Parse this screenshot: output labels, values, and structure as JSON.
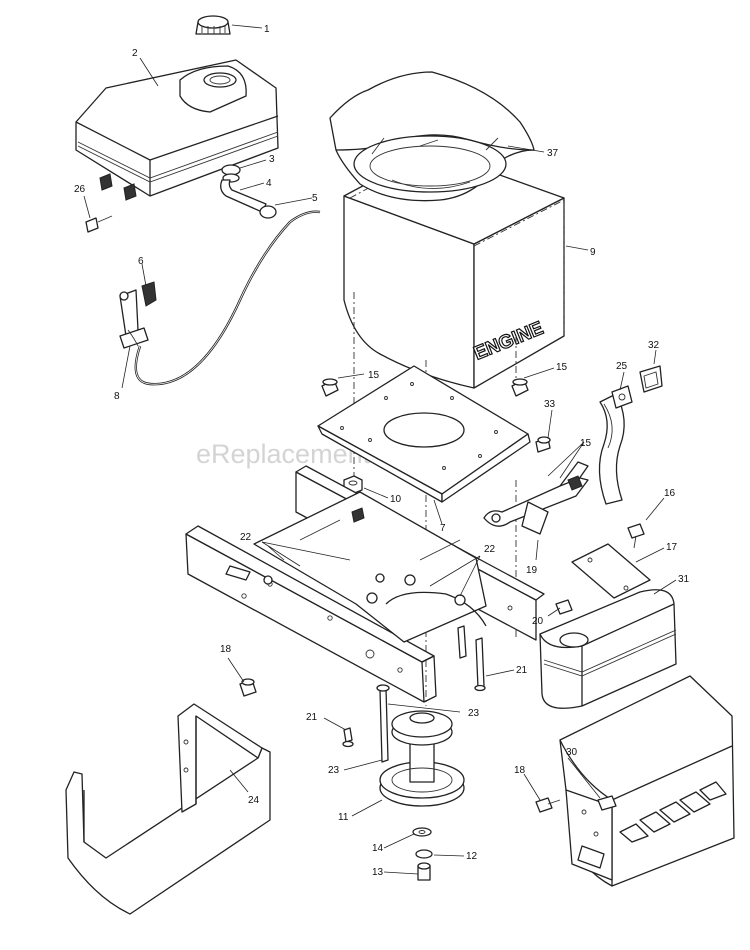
{
  "diagram": {
    "engine_label": "ENGINE",
    "watermark": "eReplacementParts.com",
    "callouts": {
      "c1": "1",
      "c2": "2",
      "c3": "3",
      "c4": "4",
      "c5": "5",
      "c6": "6",
      "c7": "7",
      "c8": "8",
      "c9": "9",
      "c10": "10",
      "c11": "11",
      "c12": "12",
      "c13": "13",
      "c14": "14",
      "c15a": "15",
      "c15b": "15",
      "c15c": "15",
      "c16": "16",
      "c17": "17",
      "c18a": "18",
      "c18b": "18",
      "c19": "19",
      "c20": "20",
      "c21a": "21",
      "c21b": "21",
      "c22a": "22",
      "c22b": "22",
      "c23a": "23",
      "c23b": "23",
      "c24": "24",
      "c25": "25",
      "c26": "26",
      "c30": "30",
      "c31": "31",
      "c32": "32",
      "c33": "33",
      "c37": "37"
    }
  }
}
